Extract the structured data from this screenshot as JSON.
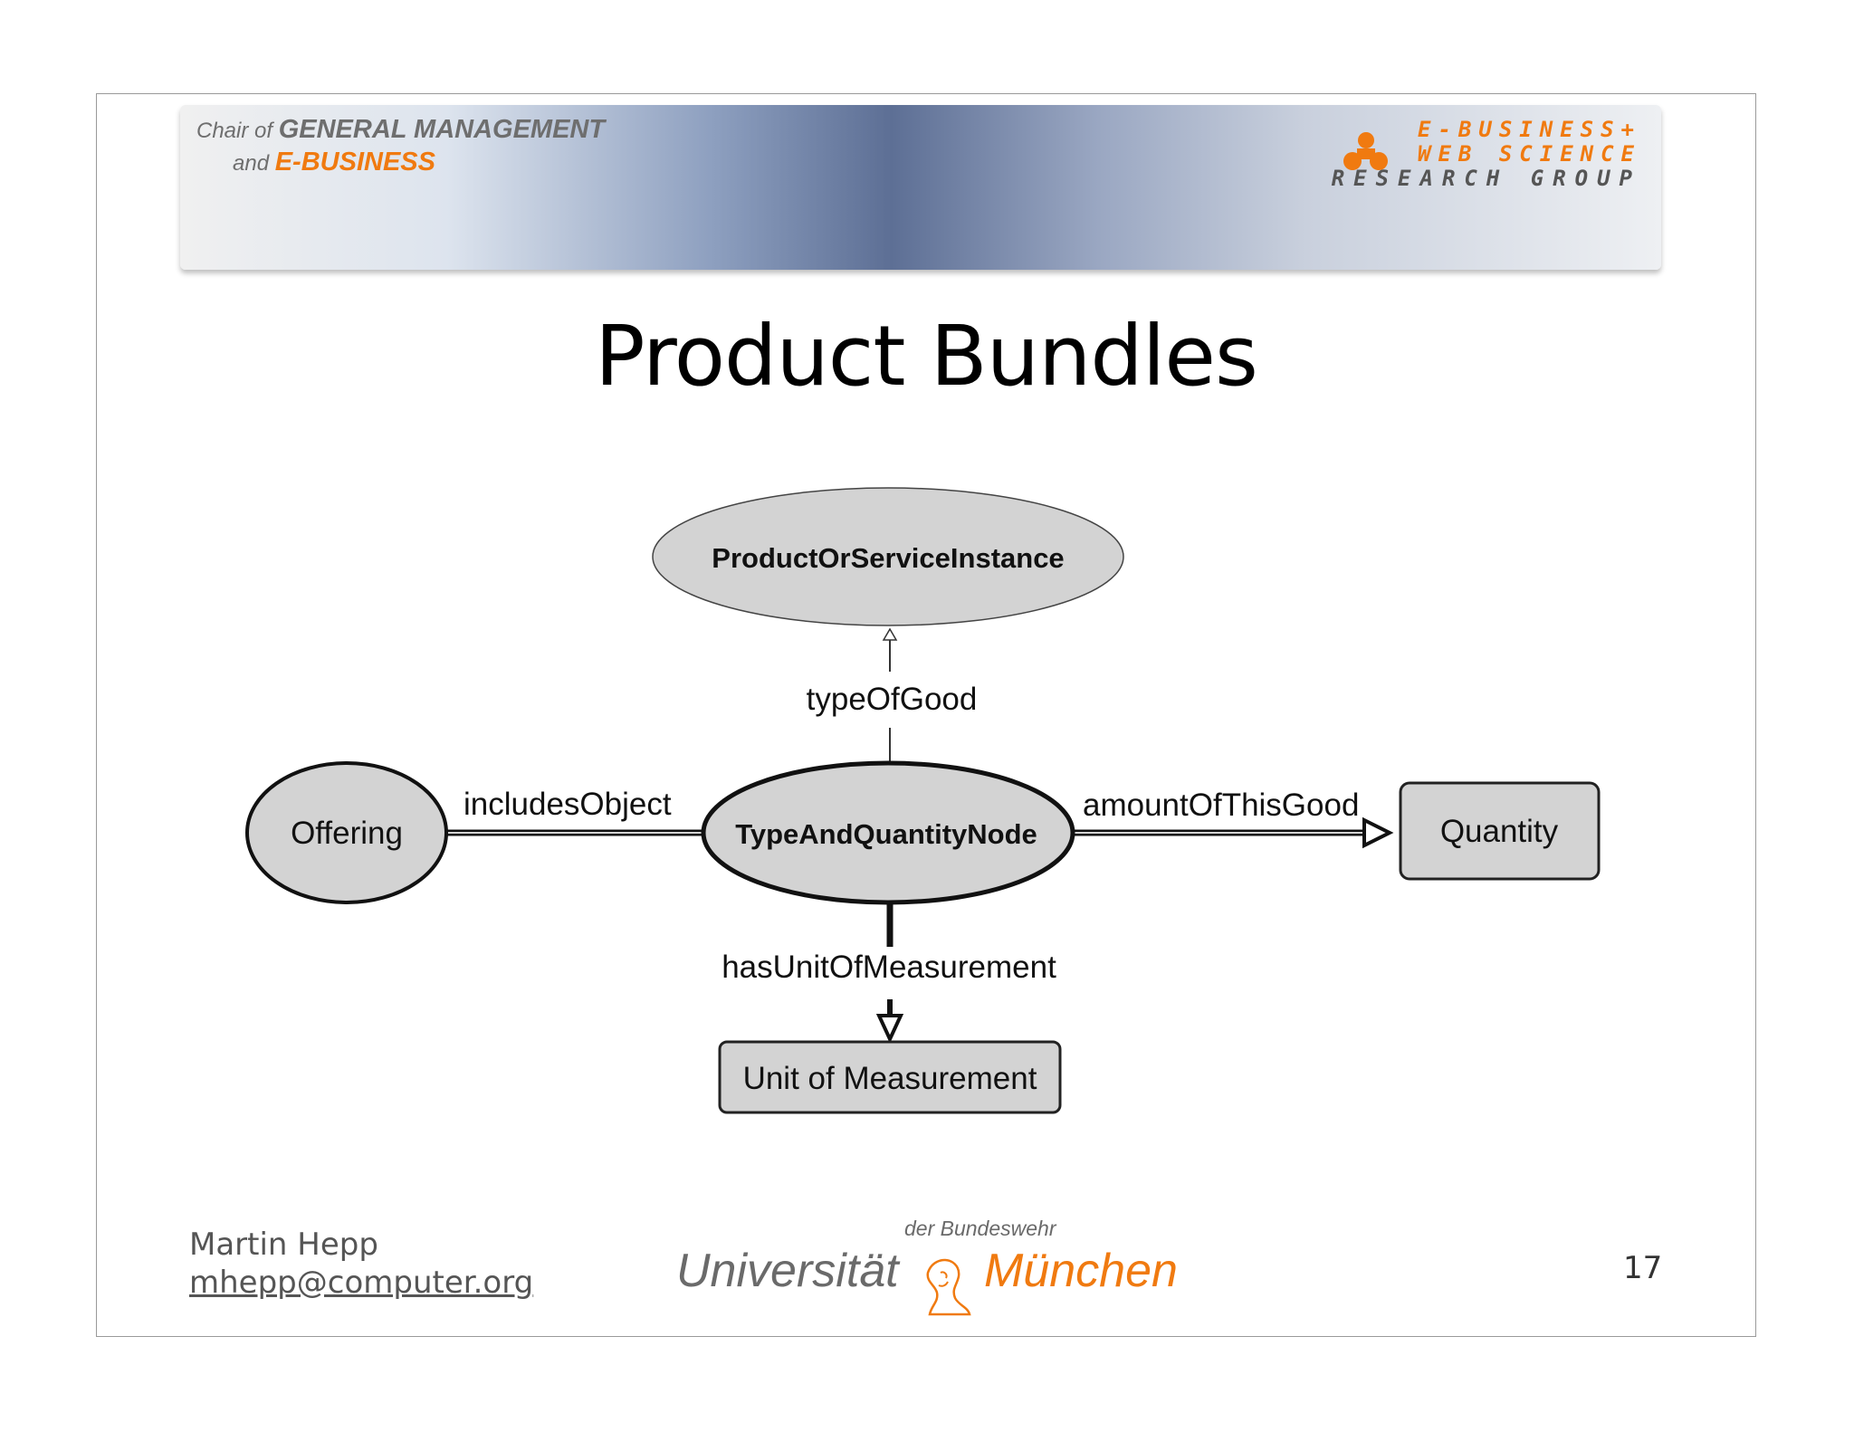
{
  "banner": {
    "chair_prefix": "Chair of",
    "chair_name": "GENERAL MANAGEMENT",
    "and": "and",
    "dept": "E-BUSINESS",
    "group_line1": "E-BUSINESS+",
    "group_line2": "WEB SCIENCE",
    "group_line3": "RESEARCH GROUP"
  },
  "title": "Product Bundles",
  "diagram": {
    "nodes": {
      "product": "ProductOrServiceInstance",
      "offering": "Offering",
      "node": "TypeAndQuantityNode",
      "quantity": "Quantity",
      "unit": "Unit of Measurement"
    },
    "edges": {
      "type_of_good": "typeOfGood",
      "includes_object": "includesObject",
      "amount_of_this_good": "amountOfThisGood",
      "has_unit": "hasUnitOfMeasurement"
    }
  },
  "footer": {
    "author": "Martin Hepp",
    "email": "mhepp@computer.org",
    "university_small": "der Bundeswehr",
    "university_left": "Universität",
    "university_right": "München",
    "page_number": "17"
  },
  "colors": {
    "accent_orange": "#f07a10",
    "node_fill": "#d3d3d3"
  }
}
